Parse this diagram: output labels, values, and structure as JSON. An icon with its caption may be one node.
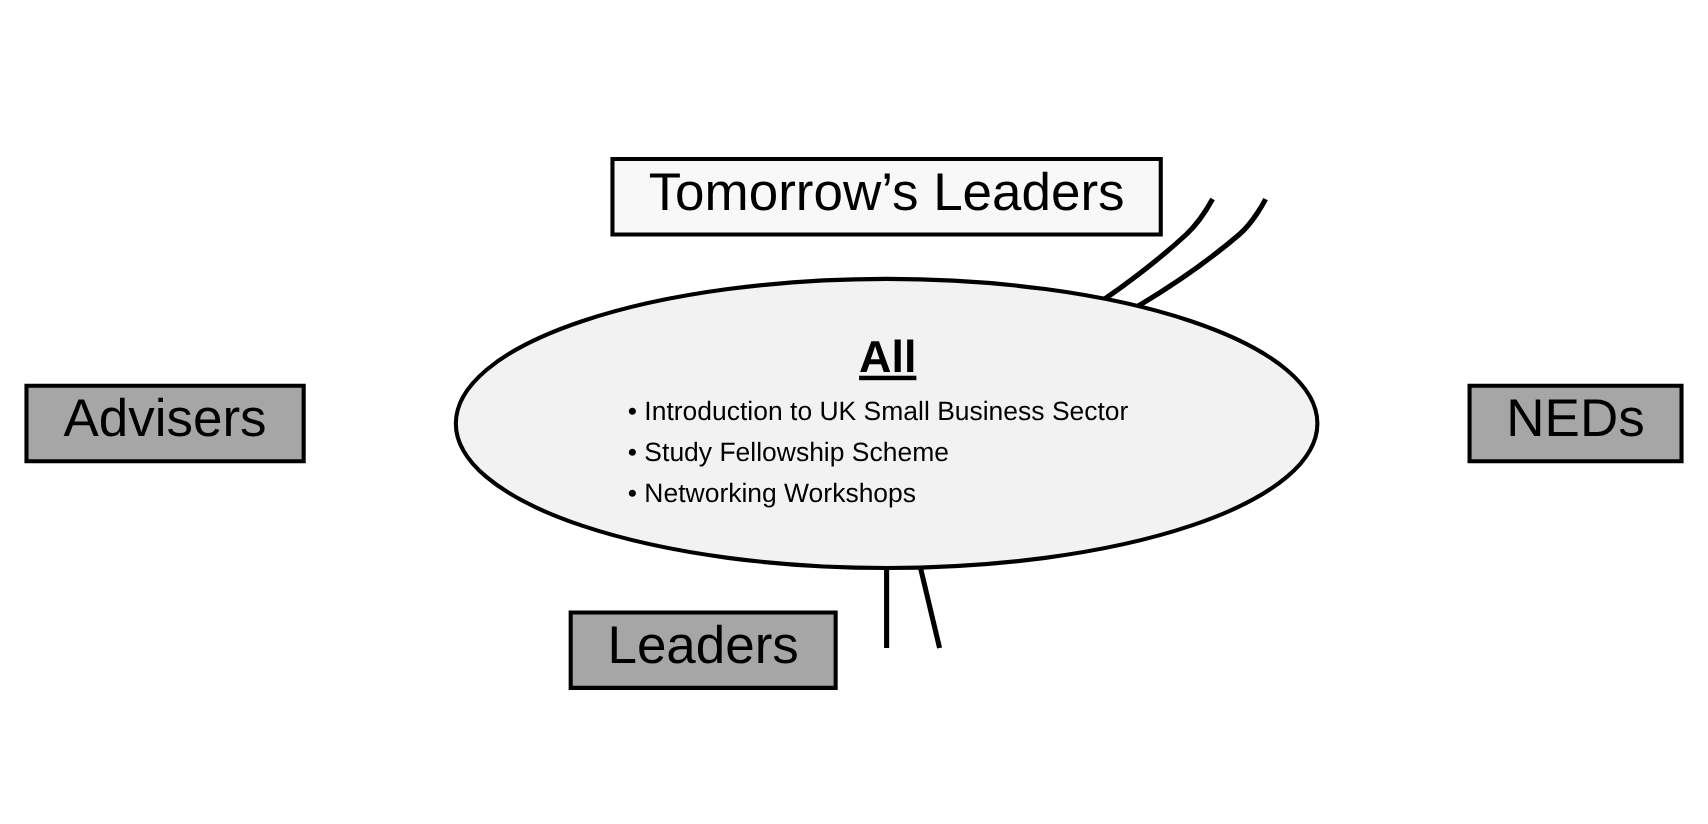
{
  "diagram": {
    "nodes": [
      {
        "text": [
          "Tomorrow’s Leaders"
        ]
      },
      {
        "text": [
          "Advisers"
        ]
      },
      {
        "text": [
          "All",
          "• Introduction to UK Small Business Sector",
          "• Study Fellowship Scheme",
          "• Networking Workshops"
        ]
      },
      {
        "text": [
          "NEDs"
        ]
      },
      {
        "text": [
          "Leaders"
        ]
      }
    ],
    "edges": [
      {
        "from": 2,
        "to": null,
        "arrow": "none"
      },
      {
        "from": 2,
        "to": null,
        "arrow": "none"
      },
      {
        "from": 2,
        "to": null,
        "arrow": "none"
      },
      {
        "from": 2,
        "to": null,
        "arrow": "none"
      }
    ]
  }
}
